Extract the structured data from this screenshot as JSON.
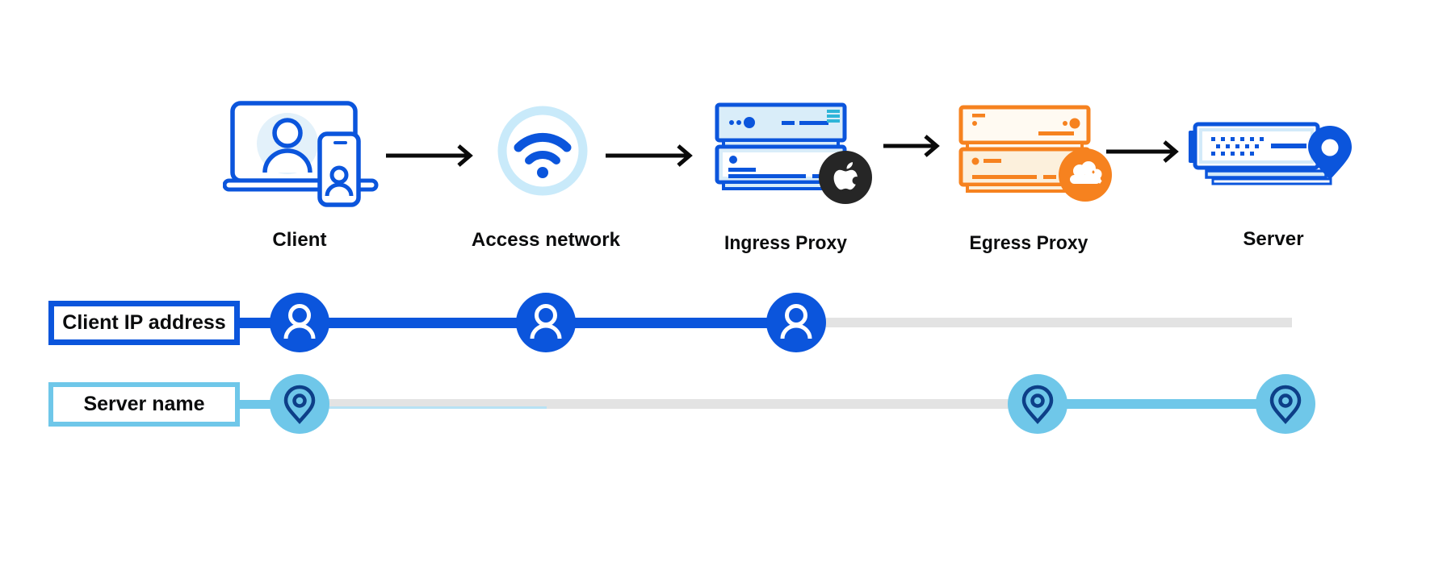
{
  "flow": {
    "nodes": [
      {
        "id": "client",
        "label": "Client",
        "icon": "laptop-phone-user-icon"
      },
      {
        "id": "access-network",
        "label": "Access network",
        "icon": "wifi-icon"
      },
      {
        "id": "ingress-proxy",
        "label": "Ingress Proxy",
        "icon": "server-stack-icon",
        "badge": "apple-logo"
      },
      {
        "id": "egress-proxy",
        "label": "Egress Proxy",
        "icon": "server-stack-icon",
        "badge": "cloudflare-logo"
      },
      {
        "id": "server",
        "label": "Server",
        "icon": "server-location-icon"
      }
    ]
  },
  "lanes": [
    {
      "id": "client-ip",
      "label": "Client IP address",
      "marker_icon": "user-icon",
      "accent": "#0b55dc",
      "known_at": [
        "Client",
        "Access network",
        "Ingress Proxy"
      ]
    },
    {
      "id": "server-name",
      "label": "Server name",
      "marker_icon": "location-pin-icon",
      "accent": "#6fc7e9",
      "known_at": [
        "Client",
        "Egress Proxy",
        "Server"
      ]
    }
  ],
  "colors": {
    "primary_blue": "#0b55dc",
    "light_blue_fill": "#d9edf9",
    "pale_ring": "#c9eafa",
    "sky_blue": "#6fc7e9",
    "navy_pin": "#0d3f88",
    "cloudflare_orange": "#f6821f",
    "cream_fill": "#fcf0dc",
    "track_gray": "#e3e3e3",
    "teal_accent": "#2fb5d8",
    "badge_black": "#262626",
    "arrow_black": "#0a0a0a"
  }
}
